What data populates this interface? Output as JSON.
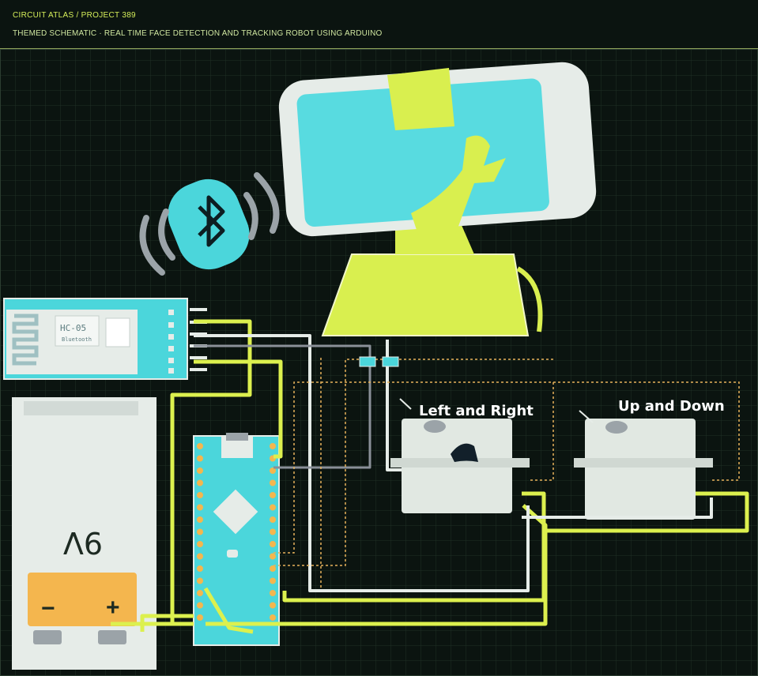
{
  "header": {
    "breadcrumb": "CIRCUIT ATLAS / PROJECT 389",
    "subtitle": "THEMED SCHEMATIC · REAL TIME FACE DETECTION AND TRACKING ROBOT USING ARDUINO"
  },
  "components": {
    "bluetooth_module": {
      "title": "HC-05",
      "subtitle": "Bluetooth"
    },
    "battery": {
      "label": "9V",
      "minus": "−",
      "plus": "+"
    },
    "servo_pan": {
      "label": "Left and Right"
    },
    "servo_tilt": {
      "label": "Up and Down"
    }
  },
  "colors": {
    "background": "#0b1410",
    "wire_yellow": "#dcf04e",
    "wire_white": "#e6ece8",
    "wire_gray": "#8a9098",
    "board_cyan": "#4bd6db",
    "phone_screen": "#58dbe0",
    "servo_body": "#e1e8e2",
    "battery_orange": "#f4b64e"
  },
  "icons": [
    "bluetooth-icon",
    "usb-connector-icon",
    "wifi-wave-icon"
  ]
}
